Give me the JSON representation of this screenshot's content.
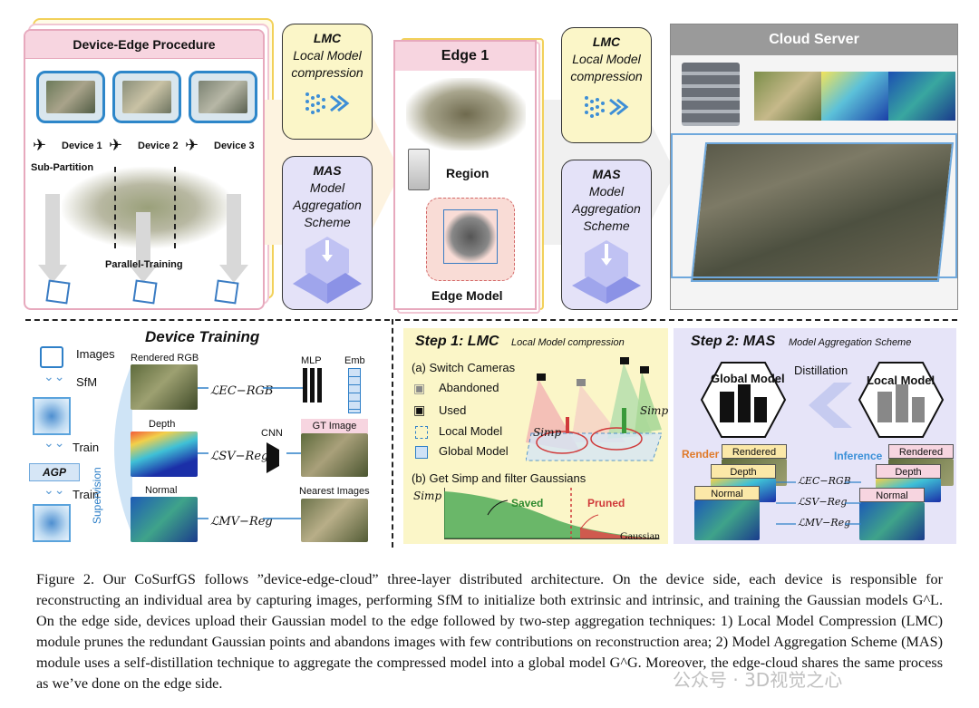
{
  "top": {
    "device_edge_title": "Device-Edge Procedure",
    "devices": [
      "Device 1",
      "Device 2",
      "Device 3"
    ],
    "sub_partition": "Sub-Partition",
    "parallel_training": "Parallel-Training",
    "lmc_box": {
      "abbr": "LMC",
      "line1": "Local Model",
      "line2": "compression"
    },
    "mas_box": {
      "abbr": "MAS",
      "line1": "Model",
      "line2": "Aggregation",
      "line3": "Scheme"
    },
    "edge_title": "Edge 1",
    "region": "Region",
    "edge_model": "Edge Model",
    "cloud_title": "Cloud Server"
  },
  "device_training": {
    "title": "Device Training",
    "images": "Images",
    "sfm": "SfM",
    "train1": "Train",
    "agp": "AGP",
    "train2": "Train",
    "supervision": "Supervision",
    "rendered_rgb": "Rendered RGB",
    "depth": "Depth",
    "normal": "Normal",
    "loss_ec": "ℒEC−RGB",
    "loss_sv": "ℒSV−Reg",
    "loss_mv": "ℒMV−Reg",
    "mlp": "MLP",
    "emb": "Emb",
    "cnn": "CNN",
    "gt_image": "GT Image",
    "nearest_images": "Nearest Images"
  },
  "step1": {
    "title": "Step 1: LMC",
    "subtitle": "Local Model compression",
    "a_label": "(a) Switch Cameras",
    "abandoned": "Abandoned",
    "used": "Used",
    "local_model": "Local Model",
    "global_model": "Global Model",
    "s_imp": "Simp",
    "b_label": "(b) Get Simp and filter Gaussians",
    "saved": "Saved",
    "pruned": "Pruned",
    "gaussian": "Gaussian"
  },
  "step2": {
    "title": "Step 2: MAS",
    "subtitle": "Model Aggregation Scheme",
    "global_model": "Global Model",
    "local_model": "Local Model",
    "distillation": "Distillation",
    "render": "Render",
    "inference": "Inference",
    "rendered_rgb_l": "Rendered RGB",
    "depth_l": "Depth",
    "normal_l": "Normal",
    "rendered_rgb_r": "Rendered RGB",
    "depth_r": "Depth",
    "normal_r": "Normal",
    "loss_ec": "ℒEC−RGB",
    "loss_sv": "ℒSV−Reg",
    "loss_mv": "ℒMV−Reg"
  },
  "caption": {
    "text": "Figure 2. Our CoSurfGS follows ”device-edge-cloud” three-layer distributed architecture. On the device side, each device is responsible for reconstructing an individual area by capturing images, performing SfM to initialize both extrinsic and intrinsic, and training the Gaussian models G^L. On the edge side, devices upload their Gaussian model to the edge followed by two-step aggregation techniques: 1) Local Model Compression (LMC) module prunes the redundant Gaussian points and abandons images with few contributions on reconstruction area; 2) Model Aggregation Scheme (MAS) module uses a self-distillation technique to aggregate the compressed model into a global model G^G. Moreover, the edge-cloud shares the same process as we’ve done on the edge side.",
    "watermark": "公众号 · 3D视觉之心"
  },
  "colors": {
    "pink_header": "#f7d5e0",
    "yellow_box": "#fbf6c8",
    "lavender_box": "#e4e2f8",
    "cloud_header": "#9a9a9a",
    "step1_bg": "#fbf6c8",
    "step2_bg": "#e6e4f8",
    "accent_blue": "#4a78c8"
  }
}
